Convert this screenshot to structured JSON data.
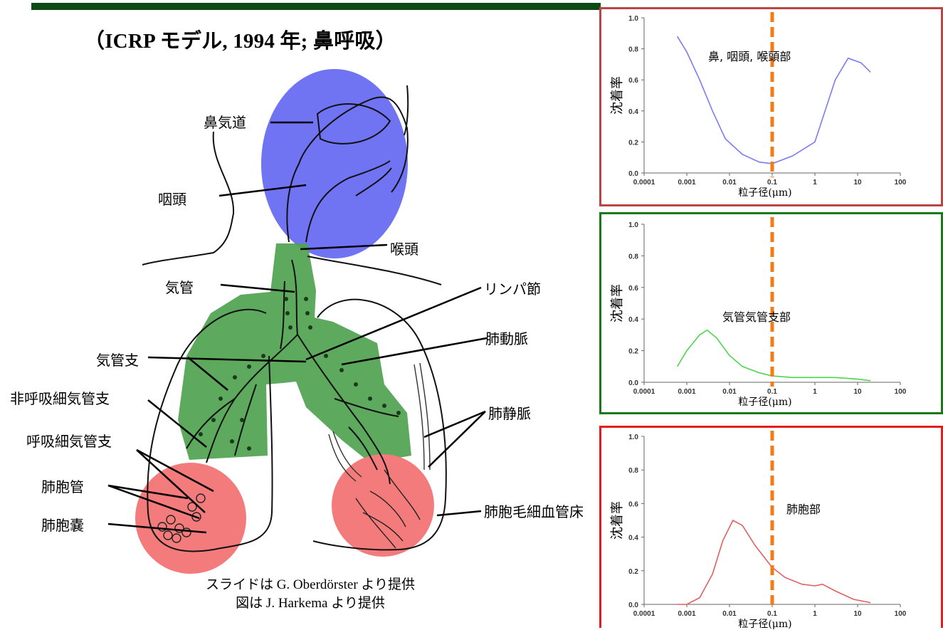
{
  "title": "（ICRP モデル, 1994 年; 鼻呼吸）",
  "colors": {
    "top_bar": "#0b4a16",
    "nasal_region": "#7073f2",
    "tracheobronchial_region": "#4fa24f",
    "alveolar_region": "#f47b7b",
    "cutoff_line": "#f07d1a",
    "panel1_border": "#b94545",
    "panel2_border": "#197a19",
    "panel3_border": "#e61c1c"
  },
  "labels": {
    "nasal_airway": "鼻気道",
    "pharynx": "咽頭",
    "larynx": "喉頭",
    "trachea": "気管",
    "lymph_node": "リンパ節",
    "pulmonary_artery": "肺動脈",
    "bronchi": "気管支",
    "nonresp_bronchioles": "非呼吸細気管支",
    "pulmonary_vein": "肺静脈",
    "resp_bronchioles": "呼吸細気管支",
    "alveolar_ducts": "肺胞管",
    "alveolar_capillary_bed": "肺胞毛細血管床",
    "alveolar_sacs": "肺胞嚢"
  },
  "credits": {
    "line1": "スライドは G. Oberdörster より提供",
    "line2": "図は J. Harkema より提供"
  },
  "chart_data": [
    {
      "type": "line",
      "title": "鼻, 咽頭, 喉頭部",
      "xlabel": "粒子径(μm)",
      "ylabel": "沈着率",
      "x_scale": "log",
      "xlim": [
        0.0001,
        100
      ],
      "ylim": [
        0,
        1.0
      ],
      "x_ticks": [
        "0.0001",
        "0.001",
        "0.01",
        "0.1",
        "1",
        "10",
        "100"
      ],
      "y_ticks": [
        "0.0",
        "0.2",
        "0.4",
        "0.6",
        "0.8",
        "1.0"
      ],
      "cutoff_x": 0.1,
      "series": [
        {
          "color": "#7b7bf0",
          "x": [
            0.0006,
            0.001,
            0.002,
            0.004,
            0.008,
            0.02,
            0.05,
            0.1,
            0.3,
            1,
            3,
            6,
            12,
            20
          ],
          "y": [
            0.88,
            0.78,
            0.6,
            0.4,
            0.22,
            0.12,
            0.07,
            0.06,
            0.11,
            0.2,
            0.6,
            0.74,
            0.71,
            0.65
          ]
        }
      ]
    },
    {
      "type": "line",
      "title": "気管気管支部",
      "xlabel": "粒子径(μm)",
      "ylabel": "沈着率",
      "x_scale": "log",
      "xlim": [
        0.0001,
        100
      ],
      "ylim": [
        0,
        1.0
      ],
      "x_ticks": [
        "0.0001",
        "0.001",
        "0.01",
        "0.1",
        "1",
        "10",
        "100"
      ],
      "y_ticks": [
        "0.0",
        "0.2",
        "0.4",
        "0.6",
        "0.8",
        "1.0"
      ],
      "cutoff_x": 0.1,
      "series": [
        {
          "color": "#4dd64d",
          "x": [
            0.0006,
            0.001,
            0.002,
            0.003,
            0.005,
            0.01,
            0.02,
            0.05,
            0.1,
            0.3,
            1,
            3,
            10,
            20
          ],
          "y": [
            0.1,
            0.2,
            0.3,
            0.33,
            0.28,
            0.17,
            0.1,
            0.06,
            0.04,
            0.03,
            0.03,
            0.03,
            0.02,
            0.01
          ]
        }
      ]
    },
    {
      "type": "line",
      "title": "肺胞部",
      "xlabel": "粒子径(μm)",
      "ylabel": "沈着率",
      "x_scale": "log",
      "xlim": [
        0.0001,
        100
      ],
      "ylim": [
        0,
        1.0
      ],
      "x_ticks": [
        "0.0001",
        "0.001",
        "0.01",
        "0.1",
        "1",
        "10",
        "100"
      ],
      "y_ticks": [
        "0.0",
        "0.2",
        "0.4",
        "0.6",
        "0.8",
        "1.0"
      ],
      "cutoff_x": 0.1,
      "series": [
        {
          "color": "#e06060",
          "x": [
            0.0006,
            0.001,
            0.002,
            0.004,
            0.007,
            0.012,
            0.02,
            0.04,
            0.1,
            0.2,
            0.5,
            1,
            1.5,
            3,
            8,
            20
          ],
          "y": [
            0.0,
            0.0,
            0.04,
            0.18,
            0.38,
            0.5,
            0.47,
            0.35,
            0.22,
            0.16,
            0.12,
            0.11,
            0.12,
            0.08,
            0.03,
            0.01
          ]
        }
      ]
    }
  ]
}
